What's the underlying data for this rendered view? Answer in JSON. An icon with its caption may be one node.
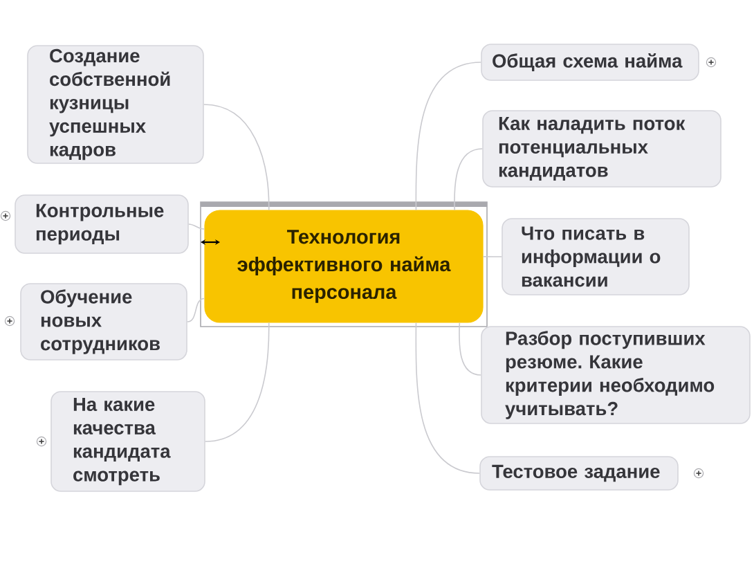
{
  "diagram": {
    "nodes": [
      {
        "text": [
          "Технология эффективного найма персонала"
        ]
      },
      {
        "text": [
          "Общая схема найма"
        ]
      },
      {
        "text": [
          "Как наладить поток потенциальных кандидатов"
        ]
      },
      {
        "text": [
          "Что писать в информации о вакансии"
        ]
      },
      {
        "text": [
          "Разбор поступивших резюме. Какие критерии необходимо учитывать?"
        ]
      },
      {
        "text": [
          "Тестовое задание"
        ]
      },
      {
        "text": [
          "Создание собственной кузницы успешных кадров"
        ]
      },
      {
        "text": [
          "Контрольные периоды"
        ]
      },
      {
        "text": [
          "Обучение новых сотрудников"
        ]
      },
      {
        "text": [
          "На какие качества кандидата смотреть"
        ]
      }
    ],
    "edges": [
      {
        "from": 0,
        "to": 1,
        "arrow": "none"
      },
      {
        "from": 0,
        "to": 2,
        "arrow": "none"
      },
      {
        "from": 0,
        "to": 3,
        "arrow": "none"
      },
      {
        "from": 0,
        "to": 4,
        "arrow": "none"
      },
      {
        "from": 0,
        "to": 5,
        "arrow": "none"
      },
      {
        "from": 0,
        "to": 6,
        "arrow": "none"
      },
      {
        "from": 0,
        "to": 7,
        "arrow": "none"
      },
      {
        "from": 0,
        "to": 8,
        "arrow": "none"
      },
      {
        "from": 0,
        "to": 9,
        "arrow": "none"
      }
    ]
  }
}
